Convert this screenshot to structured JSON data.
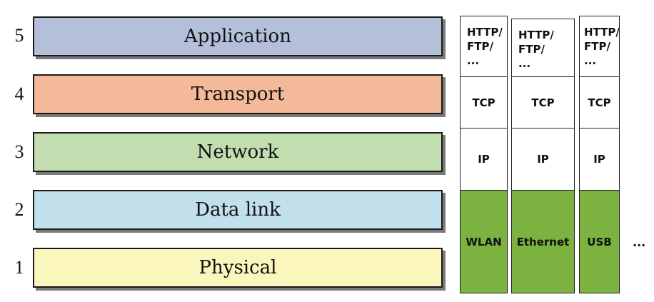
{
  "layers": [
    {
      "num": "5",
      "name": "Application",
      "color": "#b4c0da"
    },
    {
      "num": "4",
      "name": "Transport",
      "color": "#f4b998"
    },
    {
      "num": "3",
      "name": "Network",
      "color": "#c2deb0"
    },
    {
      "num": "2",
      "name": "Data link",
      "color": "#c1e0ec"
    },
    {
      "num": "1",
      "name": "Physical",
      "color": "#fbf7bc"
    }
  ],
  "stacks": [
    {
      "app": "HTTP/\nFTP/\n...",
      "transport": "TCP",
      "network": "IP",
      "link": "WLAN"
    },
    {
      "app": "HTTP/\nFTP/\n...",
      "transport": "TCP",
      "network": "IP",
      "link": "Ethernet"
    },
    {
      "app": "HTTP/\nFTP/\n...",
      "transport": "TCP",
      "network": "IP",
      "link": "USB"
    }
  ],
  "more_label": "...",
  "link_color": "#7cb23f"
}
